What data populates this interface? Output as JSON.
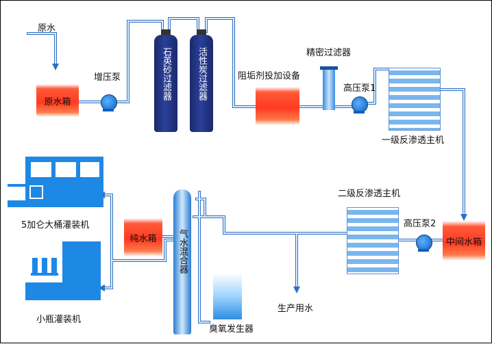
{
  "labels": {
    "raw_water": "原水",
    "raw_tank": "原水箱",
    "booster_pump": "增压泵",
    "sand_filter": "石英砂过滤器",
    "carbon_filter": "活性炭过滤器",
    "antiscalant": "阻垢剂投加设备",
    "precision_filter": "精密过滤器",
    "hp_pump1": "高压泵1",
    "ro_primary": "一级反渗透主机",
    "ro_secondary": "二级反渗透主机",
    "hp_pump2": "高压泵2",
    "mid_tank": "中间水箱",
    "pure_tank": "纯水箱",
    "gas_mixer": "气水混合器",
    "ozone_gen": "臭氧发生器",
    "production": "生产用水",
    "big_filler": "5加仑大桶灌装机",
    "small_filler": "小瓶灌装机"
  },
  "colors": {
    "pipe": "#2e6fc0",
    "pipe_fill": "#dbeeff",
    "tank_red": "#ff3a22",
    "filter_navy": "#23358a",
    "machine_blue": "#1e88e5"
  }
}
